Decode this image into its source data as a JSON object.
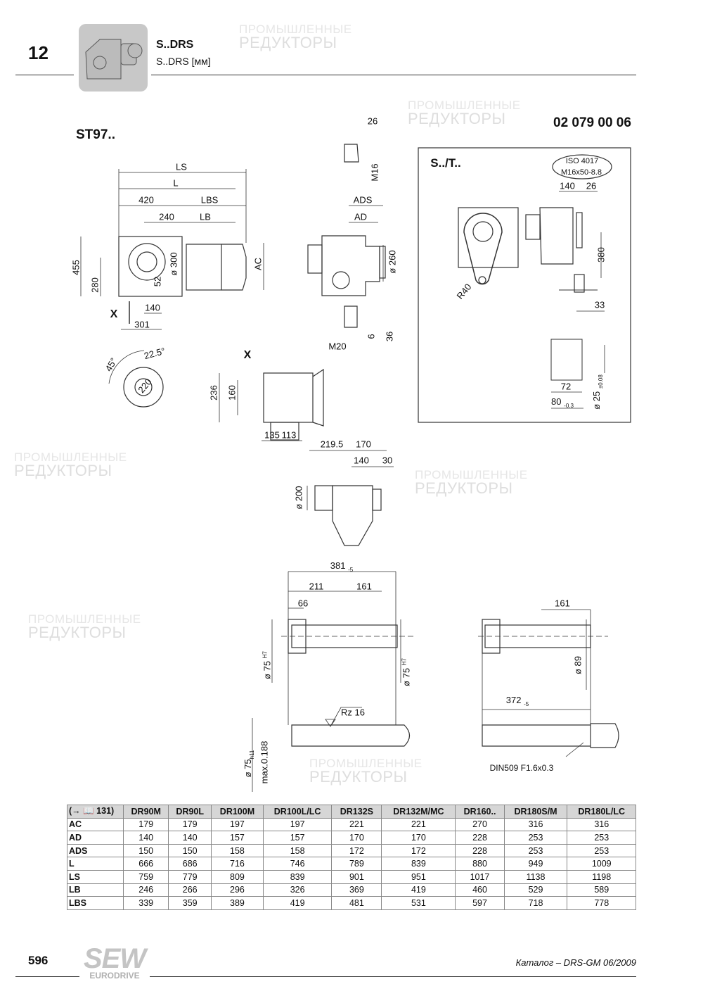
{
  "header": {
    "chapter": "12",
    "title": "S..DRS",
    "subtitle": "S..DRS [мм]"
  },
  "drawing": {
    "model": "ST97..",
    "doc_number": "02 079 00 06",
    "main": {
      "ls": "LS",
      "l": "L",
      "d420": "420",
      "lbs": "LBS",
      "d240": "240",
      "lb": "LB",
      "d455": "455",
      "d280": "280",
      "d300": "ø 300",
      "d52": "52",
      "ac": "AC",
      "d140": "140",
      "d301": "301",
      "x": "X"
    },
    "side": {
      "d26": "26",
      "m16": "M16",
      "ads": "ADS",
      "ad": "AD",
      "d260": "ø 260",
      "m20": "M20",
      "d6": "6",
      "d36": "36"
    },
    "flange": {
      "a45": "45°",
      "a22": "22.5°",
      "d220": "220"
    },
    "viewx": {
      "x": "X",
      "d236": "236",
      "d160": "160",
      "d135": "135",
      "d113": "113"
    },
    "view2": {
      "d219": "219.5",
      "d170": "170",
      "d140": "140",
      "d30": "30",
      "d200": "ø 200"
    },
    "shaft1": {
      "d381": "381",
      "tol381": "-5",
      "d211": "211",
      "d161": "161",
      "d66": "66",
      "d75h7": "ø 75",
      "h7": "H7",
      "d75h7b": "ø 75",
      "h7b": "H7",
      "rz": "Rz 16",
      "d75h11": "ø 75",
      "h11": "h11",
      "max": "max.0.188"
    },
    "shaft2": {
      "d161": "161",
      "d89": "ø 89",
      "d372": "372",
      "tol372": "-5",
      "din": "DIN509 F1.6x0.3"
    },
    "torque_arm": {
      "title": "S../T..",
      "iso1": "ISO 4017",
      "iso2": "M16x50-8.8",
      "d140": "140",
      "d26": "26",
      "d380": "380",
      "r40": "R40",
      "d33": "33",
      "d72": "72",
      "d80": "80",
      "tol80": "-0.3",
      "d25": "ø 25",
      "tol25": "±0.08"
    }
  },
  "table": {
    "corner": "(→ 📖 131)",
    "columns": [
      "DR90M",
      "DR90L",
      "DR100M",
      "DR100L/LC",
      "DR132S",
      "DR132M/MC",
      "DR160..",
      "DR180S/M",
      "DR180L/LC"
    ],
    "rows": [
      {
        "label": "AC",
        "values": [
          "179",
          "179",
          "197",
          "197",
          "221",
          "221",
          "270",
          "316",
          "316"
        ]
      },
      {
        "label": "AD",
        "values": [
          "140",
          "140",
          "157",
          "157",
          "170",
          "170",
          "228",
          "253",
          "253"
        ]
      },
      {
        "label": "ADS",
        "values": [
          "150",
          "150",
          "158",
          "158",
          "172",
          "172",
          "228",
          "253",
          "253"
        ]
      },
      {
        "label": "L",
        "values": [
          "666",
          "686",
          "716",
          "746",
          "789",
          "839",
          "880",
          "949",
          "1009"
        ]
      },
      {
        "label": "LS",
        "values": [
          "759",
          "779",
          "809",
          "839",
          "901",
          "951",
          "1017",
          "1138",
          "1198"
        ]
      },
      {
        "label": "LB",
        "values": [
          "246",
          "266",
          "296",
          "326",
          "369",
          "419",
          "460",
          "529",
          "589"
        ]
      },
      {
        "label": "LBS",
        "values": [
          "339",
          "359",
          "389",
          "419",
          "481",
          "531",
          "597",
          "718",
          "778"
        ]
      }
    ]
  },
  "footer": {
    "page": "596",
    "logo_top": "SEW",
    "logo_bottom": "EURODRIVE",
    "catalog": "Каталог – DRS-GM 06/2009"
  },
  "watermark": {
    "line1": "ПРОМЫШЛЕННЫЕ",
    "line2": "РЕДУКТОРЫ"
  }
}
